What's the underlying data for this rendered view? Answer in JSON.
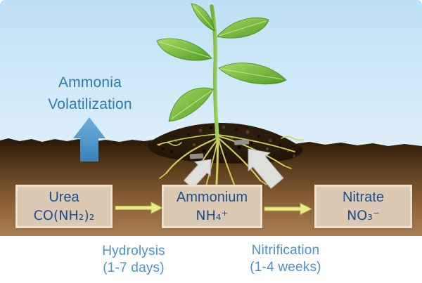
{
  "labels": {
    "ammonia": {
      "line1": "Ammonia",
      "line2": "Volatilization"
    },
    "hydrolysis": {
      "line1": "Hydrolysis",
      "line2": "(1-7 days)"
    },
    "nitrification": {
      "line1": "Nitrification",
      "line2": "(1-4 weeks)"
    }
  },
  "boxes": [
    {
      "name": "Urea",
      "formula": "CO(NH₂)₂"
    },
    {
      "name": "Ammonium",
      "formula": "NH₄⁺"
    },
    {
      "name": "Nitrate",
      "formula": "NO₃⁻"
    }
  ],
  "colors": {
    "sky_top": "#bee0f5",
    "sky_bottom": "#f4fbff",
    "soil_dark": "#2a1a0a",
    "soil_light": "#aa7f54",
    "box_background": "#dbc9b4",
    "box_border": "#efe2cc",
    "box_text": "#1d4f8e",
    "label_blue": "#4b92cb",
    "ammonia_blue": "#2e79b8",
    "arrow_yellow": "#ecec8d",
    "arrow_blue": "#4a96cd",
    "arrow_gray": "#dededb",
    "root_yellow": "#ccd05a",
    "leaf_green": "#5aa52c"
  }
}
